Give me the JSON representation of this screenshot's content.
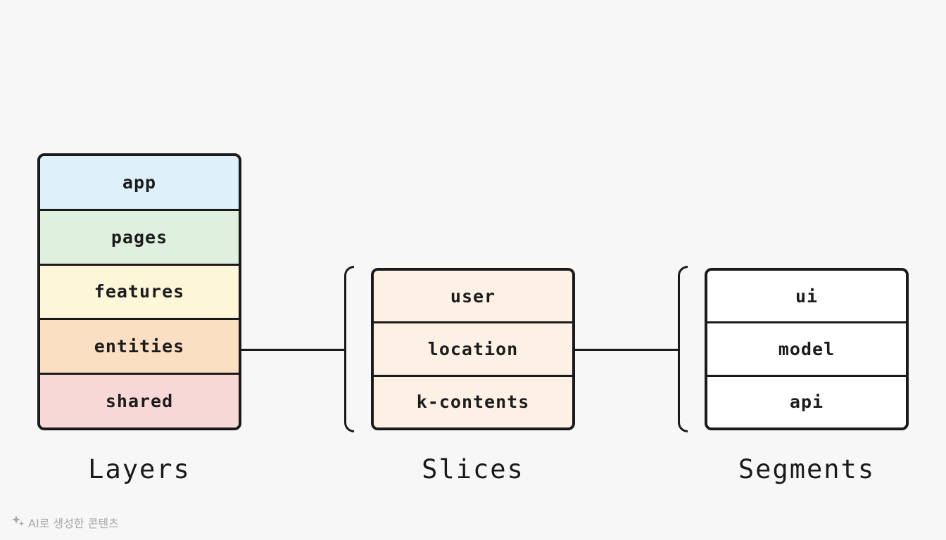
{
  "columns": {
    "layers": {
      "title": "Layers",
      "items": [
        {
          "label": "app",
          "color": "#def0fa"
        },
        {
          "label": "pages",
          "color": "#dff0df"
        },
        {
          "label": "features",
          "color": "#fdf6d9"
        },
        {
          "label": "entities",
          "color": "#fbdfc2"
        },
        {
          "label": "shared",
          "color": "#f8d8d6"
        }
      ]
    },
    "slices": {
      "title": "Slices",
      "items": [
        {
          "label": "user"
        },
        {
          "label": "location"
        },
        {
          "label": "k-contents"
        }
      ],
      "fill": "#fdf1e6"
    },
    "segments": {
      "title": "Segments",
      "items": [
        {
          "label": "ui"
        },
        {
          "label": "model"
        },
        {
          "label": "api"
        }
      ],
      "fill": "#ffffff"
    }
  },
  "watermark": {
    "text": "AI로 생성한 콘텐츠",
    "icon": "sparkle-icon"
  }
}
